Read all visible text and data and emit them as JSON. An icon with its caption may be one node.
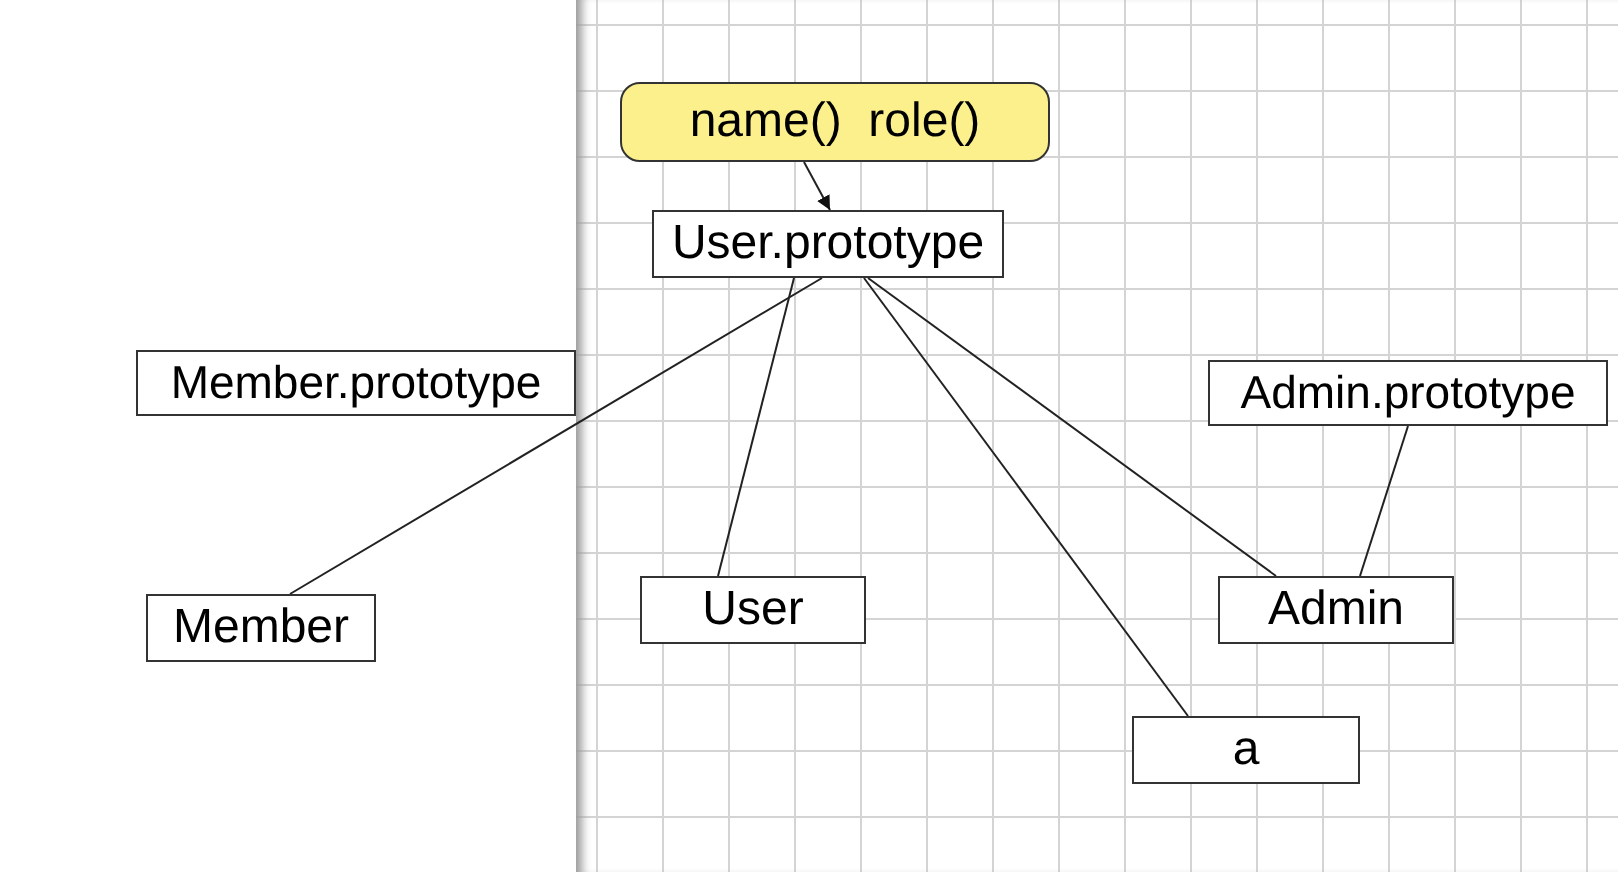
{
  "diagram": {
    "nodes": [
      {
        "text": [
          "name()  role()"
        ]
      },
      {
        "text": [
          "User.prototype"
        ]
      },
      {
        "text": [
          "Member.prototype"
        ]
      },
      {
        "text": [
          "Admin.prototype"
        ]
      },
      {
        "text": [
          "Member"
        ]
      },
      {
        "text": [
          "User"
        ]
      },
      {
        "text": [
          "Admin"
        ]
      },
      {
        "text": [
          "a"
        ]
      }
    ],
    "edges": [
      {
        "from": 0,
        "to": 1,
        "arrow": "to"
      },
      {
        "from": 1,
        "to": 4,
        "arrow": "none"
      },
      {
        "from": 1,
        "to": 5,
        "arrow": "none"
      },
      {
        "from": 1,
        "to": 7,
        "arrow": "none"
      },
      {
        "from": 1,
        "to": 6,
        "arrow": "none"
      },
      {
        "from": 3,
        "to": 6,
        "arrow": "none"
      }
    ]
  }
}
